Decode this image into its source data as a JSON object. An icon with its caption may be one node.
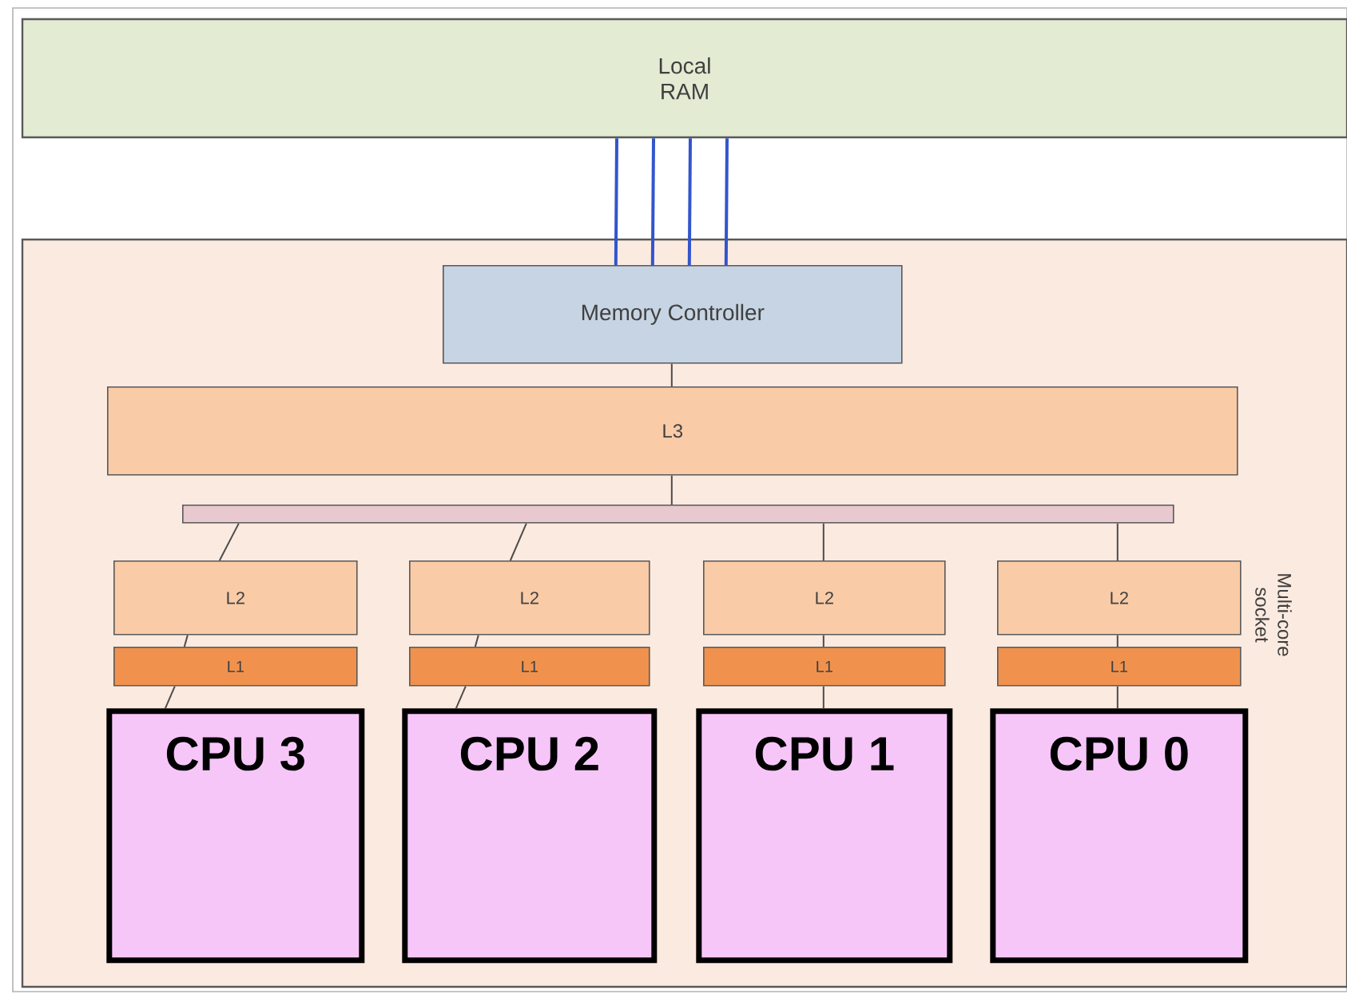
{
  "diagram": {
    "nodes": [
      {
        "text": [
          "Local RAM"
        ]
      },
      {
        "text": [
          "Multi-core socket"
        ]
      },
      {
        "text": [
          "Memory Controller"
        ],
        "in": 1
      },
      {
        "text": [
          "L3"
        ],
        "in": 1
      },
      {
        "text": [],
        "shape": "bar",
        "in": 1
      },
      {
        "text": [
          "L2"
        ],
        "in": 1
      },
      {
        "text": [
          "L2"
        ],
        "in": 1
      },
      {
        "text": [
          "L2"
        ],
        "in": 1
      },
      {
        "text": [
          "L2"
        ],
        "in": 1
      },
      {
        "text": [
          "L1"
        ],
        "in": 1
      },
      {
        "text": [
          "L1"
        ],
        "in": 1
      },
      {
        "text": [
          "L1"
        ],
        "in": 1
      },
      {
        "text": [
          "L1"
        ],
        "in": 1
      },
      {
        "text": [
          "CPU 3"
        ],
        "in": 1
      },
      {
        "text": [
          "CPU 2"
        ],
        "in": 1
      },
      {
        "text": [
          "CPU 1"
        ],
        "in": 1
      },
      {
        "text": [
          "CPU 0"
        ],
        "in": 1
      }
    ],
    "edges": [
      {
        "from": 0,
        "to": 2,
        "arrow": "none",
        "color": "#3355cc"
      },
      {
        "from": 0,
        "to": 2,
        "arrow": "none",
        "color": "#3355cc"
      },
      {
        "from": 0,
        "to": 2,
        "arrow": "none",
        "color": "#3355cc"
      },
      {
        "from": 0,
        "to": 2,
        "arrow": "none",
        "color": "#3355cc"
      },
      {
        "from": 2,
        "to": 3,
        "arrow": "none"
      },
      {
        "from": 3,
        "to": 4,
        "arrow": "none"
      },
      {
        "from": 4,
        "to": 5,
        "arrow": "none"
      },
      {
        "from": 4,
        "to": 6,
        "arrow": "none"
      },
      {
        "from": 4,
        "to": 7,
        "arrow": "none"
      },
      {
        "from": 4,
        "to": 8,
        "arrow": "none"
      },
      {
        "from": 5,
        "to": 9,
        "arrow": "none"
      },
      {
        "from": 6,
        "to": 10,
        "arrow": "none"
      },
      {
        "from": 7,
        "to": 11,
        "arrow": "none"
      },
      {
        "from": 8,
        "to": 12,
        "arrow": "none"
      },
      {
        "from": 9,
        "to": 13,
        "arrow": "none"
      },
      {
        "from": 10,
        "to": 14,
        "arrow": "none"
      },
      {
        "from": 11,
        "to": 15,
        "arrow": "none"
      },
      {
        "from": 12,
        "to": 16,
        "arrow": "none"
      }
    ]
  }
}
